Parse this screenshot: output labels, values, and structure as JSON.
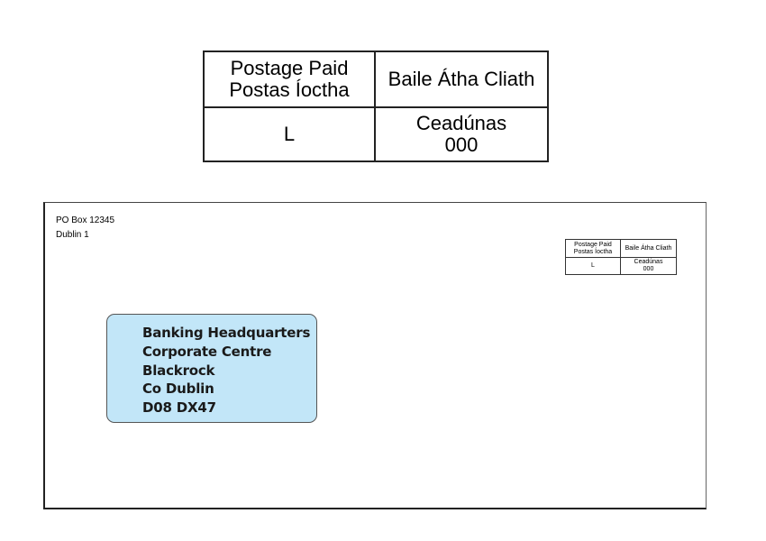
{
  "postage": {
    "paid_en": "Postage Paid",
    "paid_ga": "Postas Íoctha",
    "city": "Baile Átha Cliath",
    "class": "L",
    "licence_label": "Ceadúnas",
    "licence_number": "000"
  },
  "sender": {
    "line1": "PO Box 12345",
    "line2": "Dublin 1"
  },
  "recipient": {
    "line1": "Banking Headquarters",
    "line2": "Corporate Centre",
    "line3": "Blackrock",
    "line4": "Co Dublin",
    "line5": "D08 DX47"
  },
  "colors": {
    "window_fill": "#c2e6f8",
    "border": "#222222"
  }
}
